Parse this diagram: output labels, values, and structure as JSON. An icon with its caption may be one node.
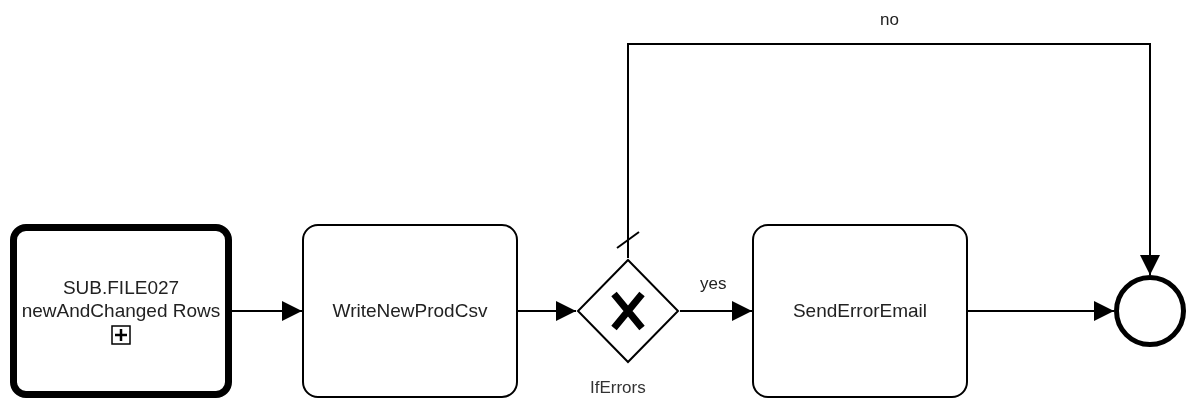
{
  "diagram": {
    "nodes": [
      {
        "text": [
          "SUB.FILE027 newAndChanged Rows"
        ]
      },
      {
        "text": [
          "WriteNewProdCsv"
        ]
      },
      {
        "text": [],
        "shape": "diamond",
        "beside": [
          "IfErrors"
        ]
      },
      {
        "text": [
          "SendErrorEmail"
        ]
      },
      {
        "text": [],
        "shape": "circle"
      }
    ],
    "edges": [
      {
        "from": 0,
        "to": 1,
        "arrow": "to"
      },
      {
        "from": 1,
        "to": 2,
        "arrow": "to"
      },
      {
        "from": 2,
        "to": 3,
        "arrow": "to",
        "label": "yes"
      },
      {
        "from": 3,
        "to": 4,
        "arrow": "to"
      },
      {
        "from": 2,
        "to": 4,
        "arrow": "to",
        "label": "no"
      }
    ]
  }
}
